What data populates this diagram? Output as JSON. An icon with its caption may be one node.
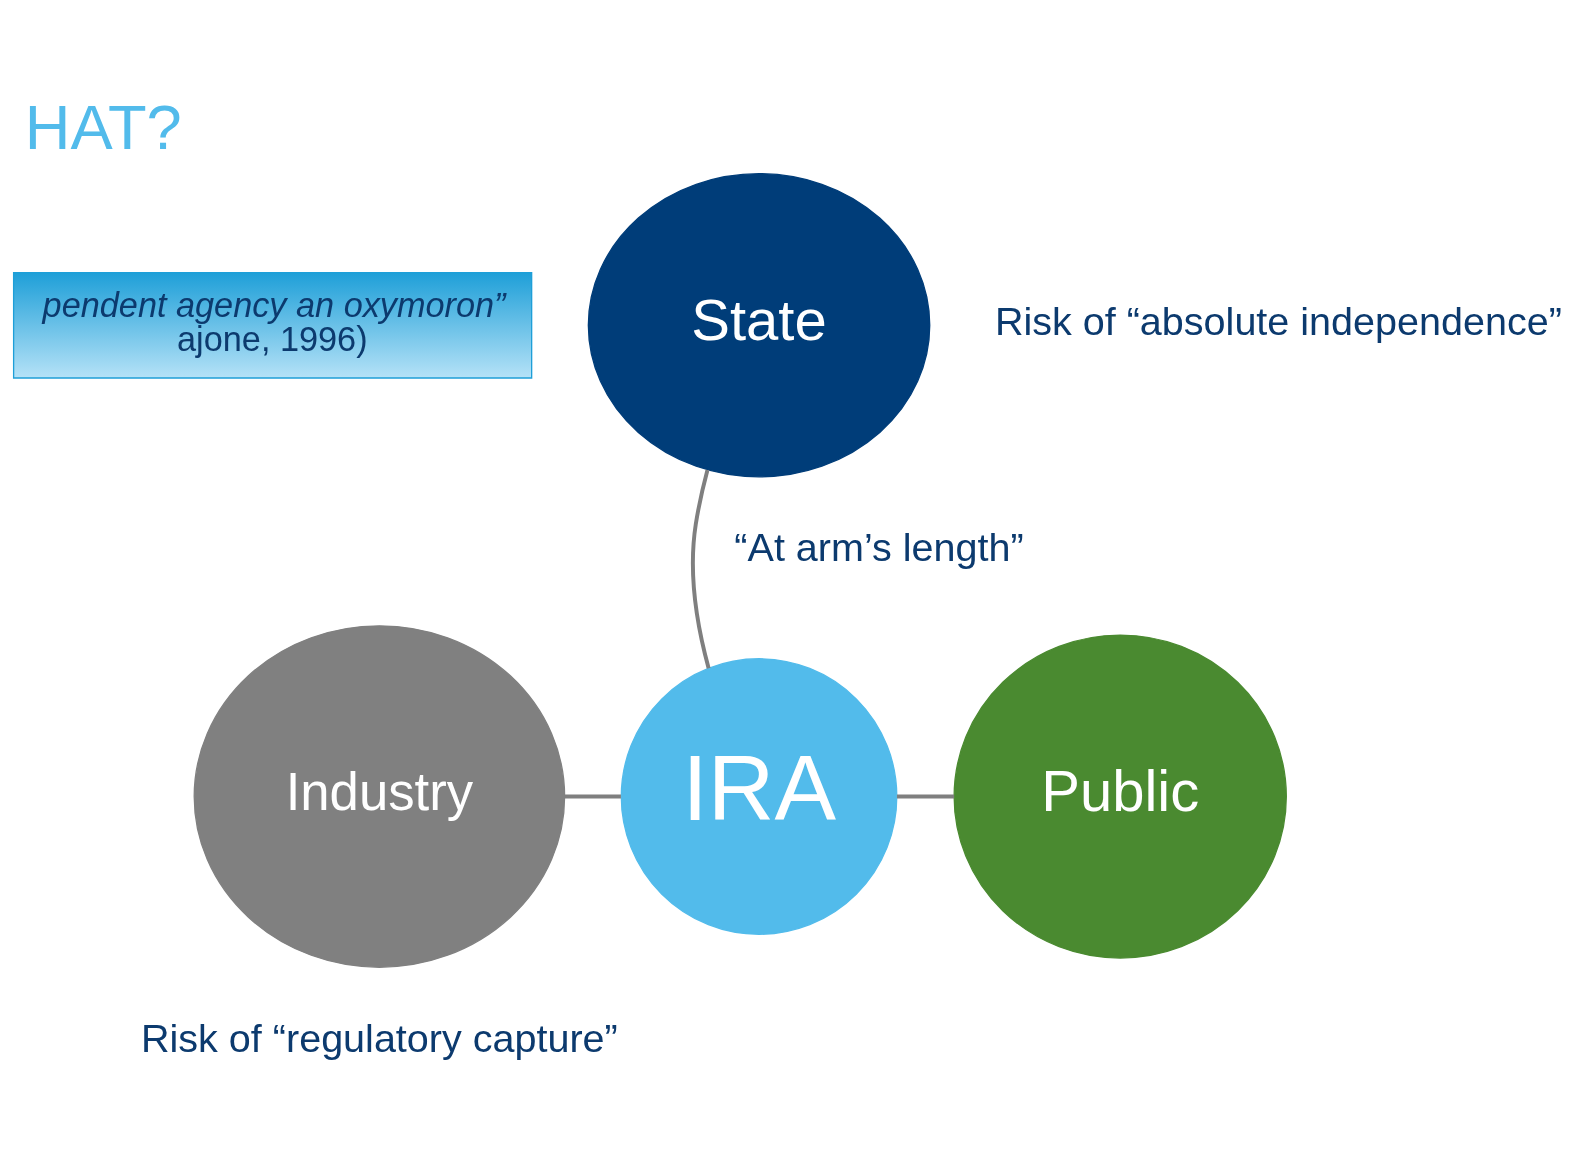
{
  "diagram": {
    "title": "HAT?",
    "nodes": [
      {
        "text": [
          "pendent agency an oxymoron”",
          "ajone, 1996)"
        ]
      },
      {
        "text": [
          "State"
        ]
      },
      {
        "text": [
          "IRA"
        ]
      },
      {
        "text": [
          "Industry"
        ]
      },
      {
        "text": [
          "Public"
        ]
      }
    ],
    "edges": [
      {
        "from": 1,
        "to": 2,
        "arrow": "none"
      },
      {
        "from": 3,
        "to": 2,
        "arrow": "none"
      },
      {
        "from": 2,
        "to": 4,
        "arrow": "none"
      }
    ],
    "labels": [
      "Risk of “absolute independence”",
      "“At arm’s length”",
      "Risk of “regulatory capture”"
    ]
  }
}
